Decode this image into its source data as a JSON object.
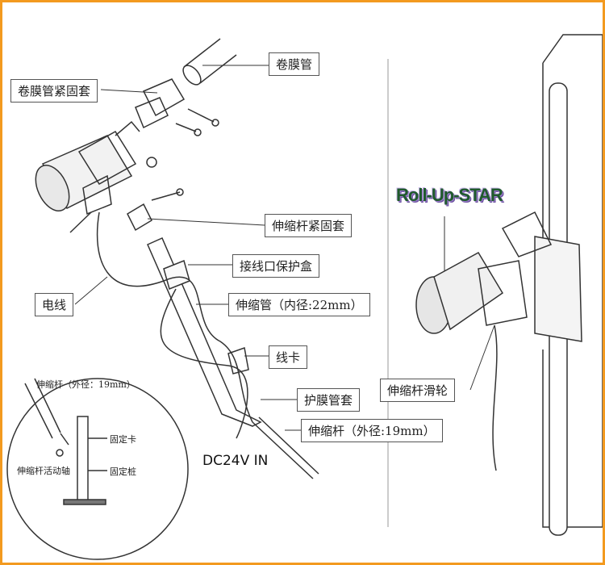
{
  "labels": {
    "film_tube": "卷膜管",
    "film_tube_clamp": "卷膜管紧固套",
    "rod_clamp": "伸缩杆紧固套",
    "junction_box": "接线口保护盒",
    "wire": "电线",
    "telescopic_tube": "伸缩管（内径:22mm）",
    "wire_clip": "线卡",
    "film_tube_sleeve": "护膜管套",
    "telescopic_rod": "伸缩杆（外径:19mm）",
    "power_input": "DC24V IN",
    "rod_pulley": "伸缩杆滑轮"
  },
  "inset": {
    "rod": "伸缩杆（外径：19mm）",
    "fixing_clip": "固定卡",
    "pivot": "伸缩杆活动轴",
    "fixing_post": "固定桩"
  },
  "logo": "Roll-Up-STAR",
  "colors": {
    "border": "#f39a1f",
    "logo": "#1f5a2c"
  }
}
